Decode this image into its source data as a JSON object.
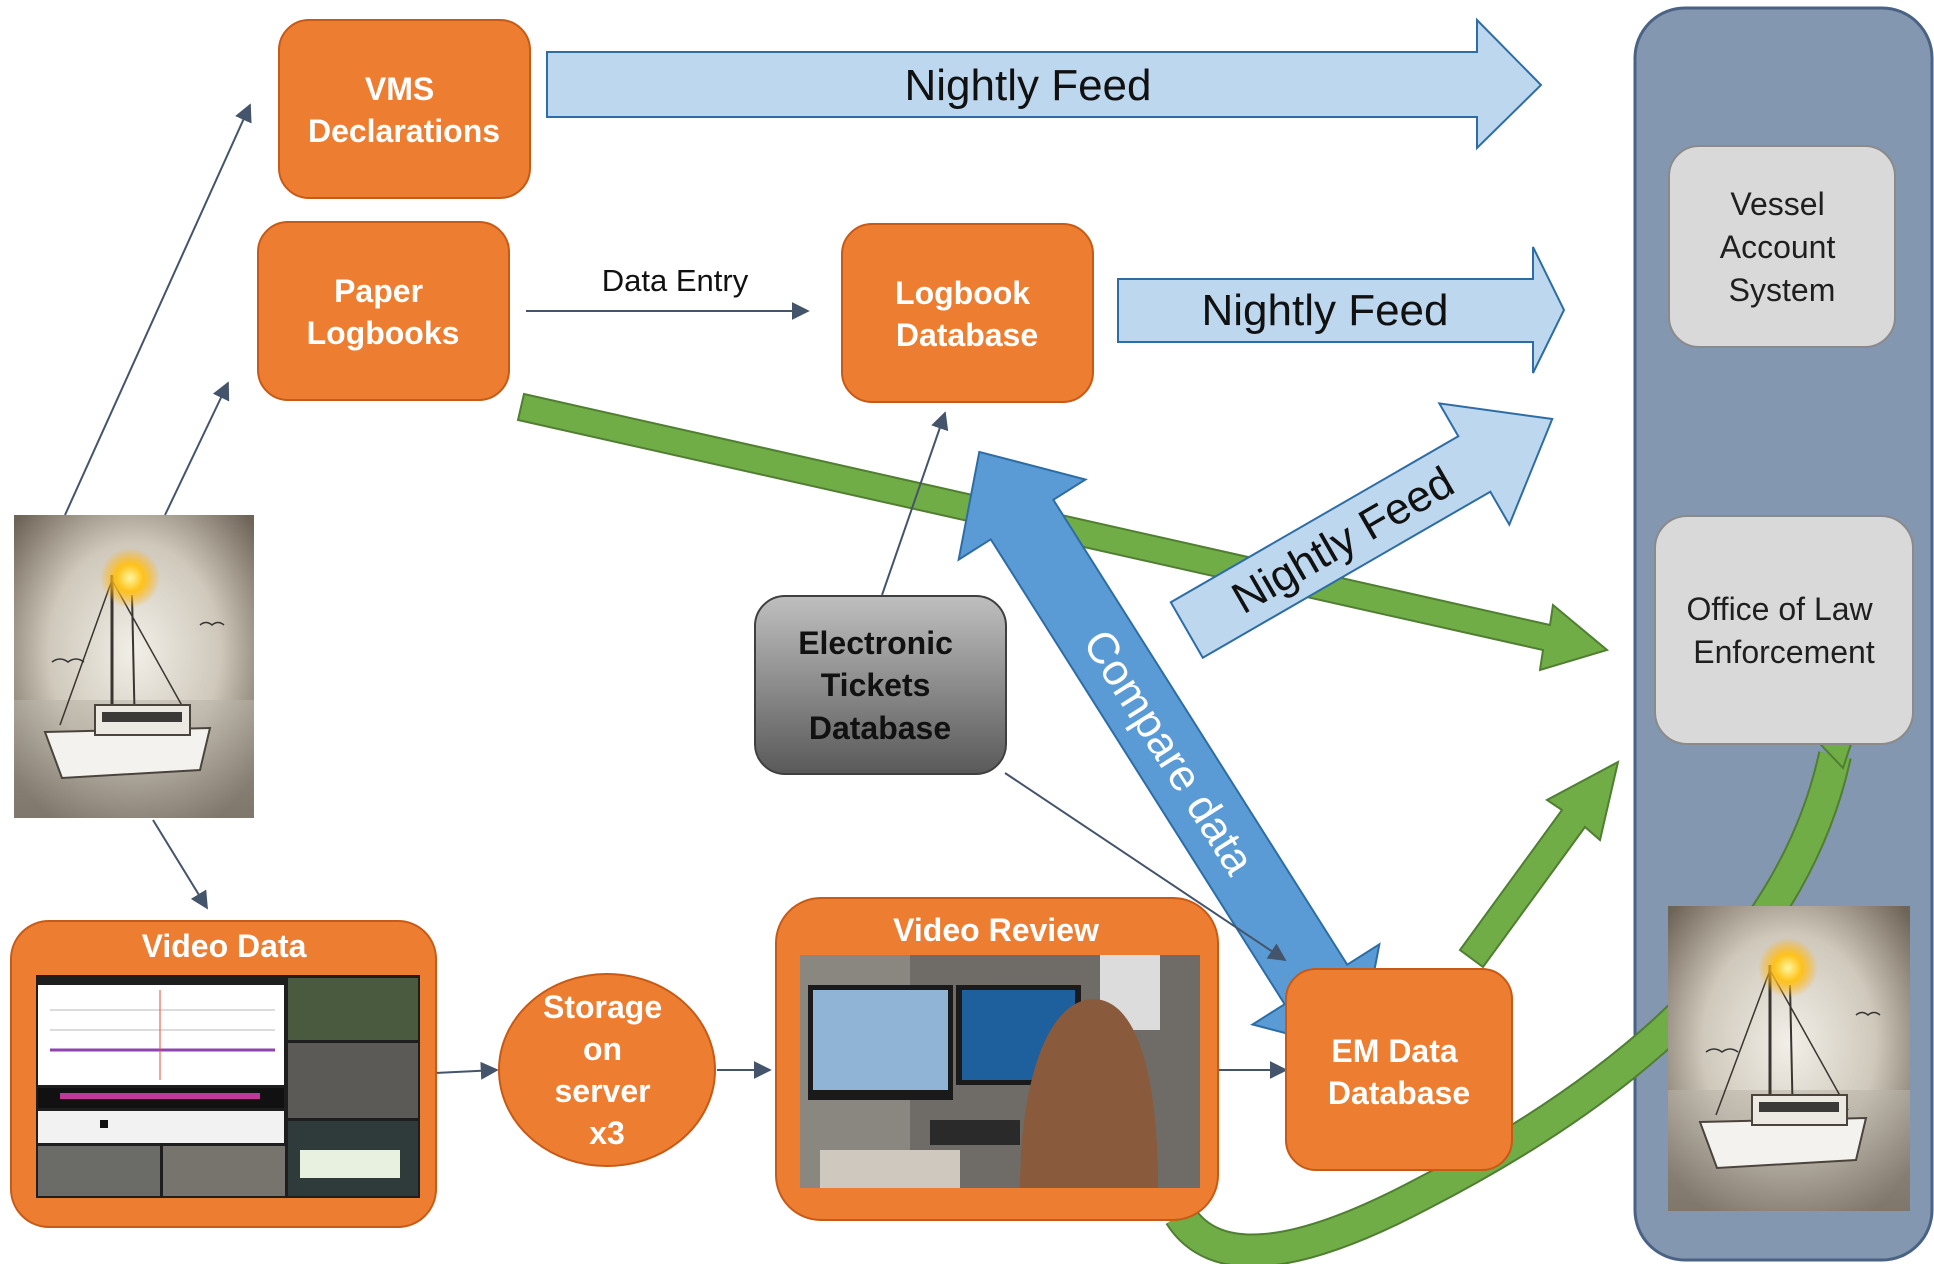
{
  "colors": {
    "orange": "#ED7D31",
    "orange_border": "#C65A16",
    "light_blue_arrow": "#BDD7EE",
    "light_blue_border": "#2E6DA4",
    "blue_arrow": "#5B9BD5",
    "green_arrow": "#70AD47",
    "panel": "#8497B0",
    "panel_border": "#4A6284",
    "gray_box": "#D9D9D9",
    "dark_gray_box": "#7F7F7F",
    "connector": "#44546A"
  },
  "boxes": {
    "vms": [
      "VMS",
      "Declarations"
    ],
    "paper_logbooks": [
      "Paper",
      "Logbooks"
    ],
    "logbook_db": [
      "Logbook",
      "Database"
    ],
    "etickets": [
      "Electronic",
      "Tickets",
      "Database"
    ],
    "video_data": "Video Data",
    "storage": [
      "Storage",
      "on",
      "server",
      "x3"
    ],
    "video_review": "Video Review",
    "em_db": [
      "EM Data",
      "Database"
    ],
    "vessel_account": [
      "Vessel",
      "Account",
      "System"
    ],
    "ole": [
      "Office of Law",
      "Enforcement"
    ]
  },
  "arrow_labels": {
    "nightly_feed_1": "Nightly Feed",
    "nightly_feed_2": "Nightly Feed",
    "nightly_feed_3": "Nightly Feed",
    "data_entry": "Data Entry",
    "compare_data": "Compare data"
  },
  "images": {
    "vessel_photo": "fishing-vessel-photo",
    "vessel_photo_panel": "fishing-vessel-photo",
    "video_data_screenshot": "em-software-screenshot",
    "video_review_photo": "video-reviewer-photo"
  }
}
